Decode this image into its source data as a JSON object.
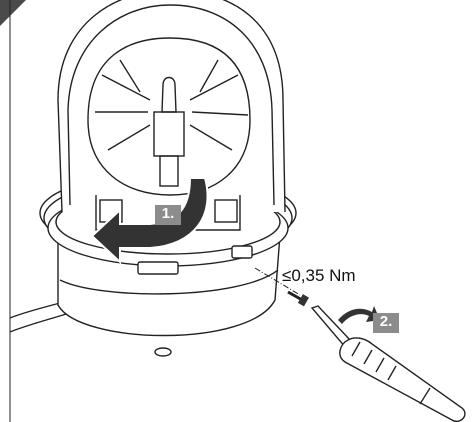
{
  "steps": {
    "step1": "1.",
    "step2": "2."
  },
  "torque_label": "≤0,35 Nm",
  "colors": {
    "line": "#222222",
    "badge": "#8c8c8c",
    "corner": "#4a4a4a",
    "glass": "#ffffff",
    "arrow": "#333333"
  },
  "icons": {
    "screwdriver": "screwdriver-icon",
    "rotate_arrow": "rotate-arrow-icon",
    "screw": "screw-icon"
  }
}
